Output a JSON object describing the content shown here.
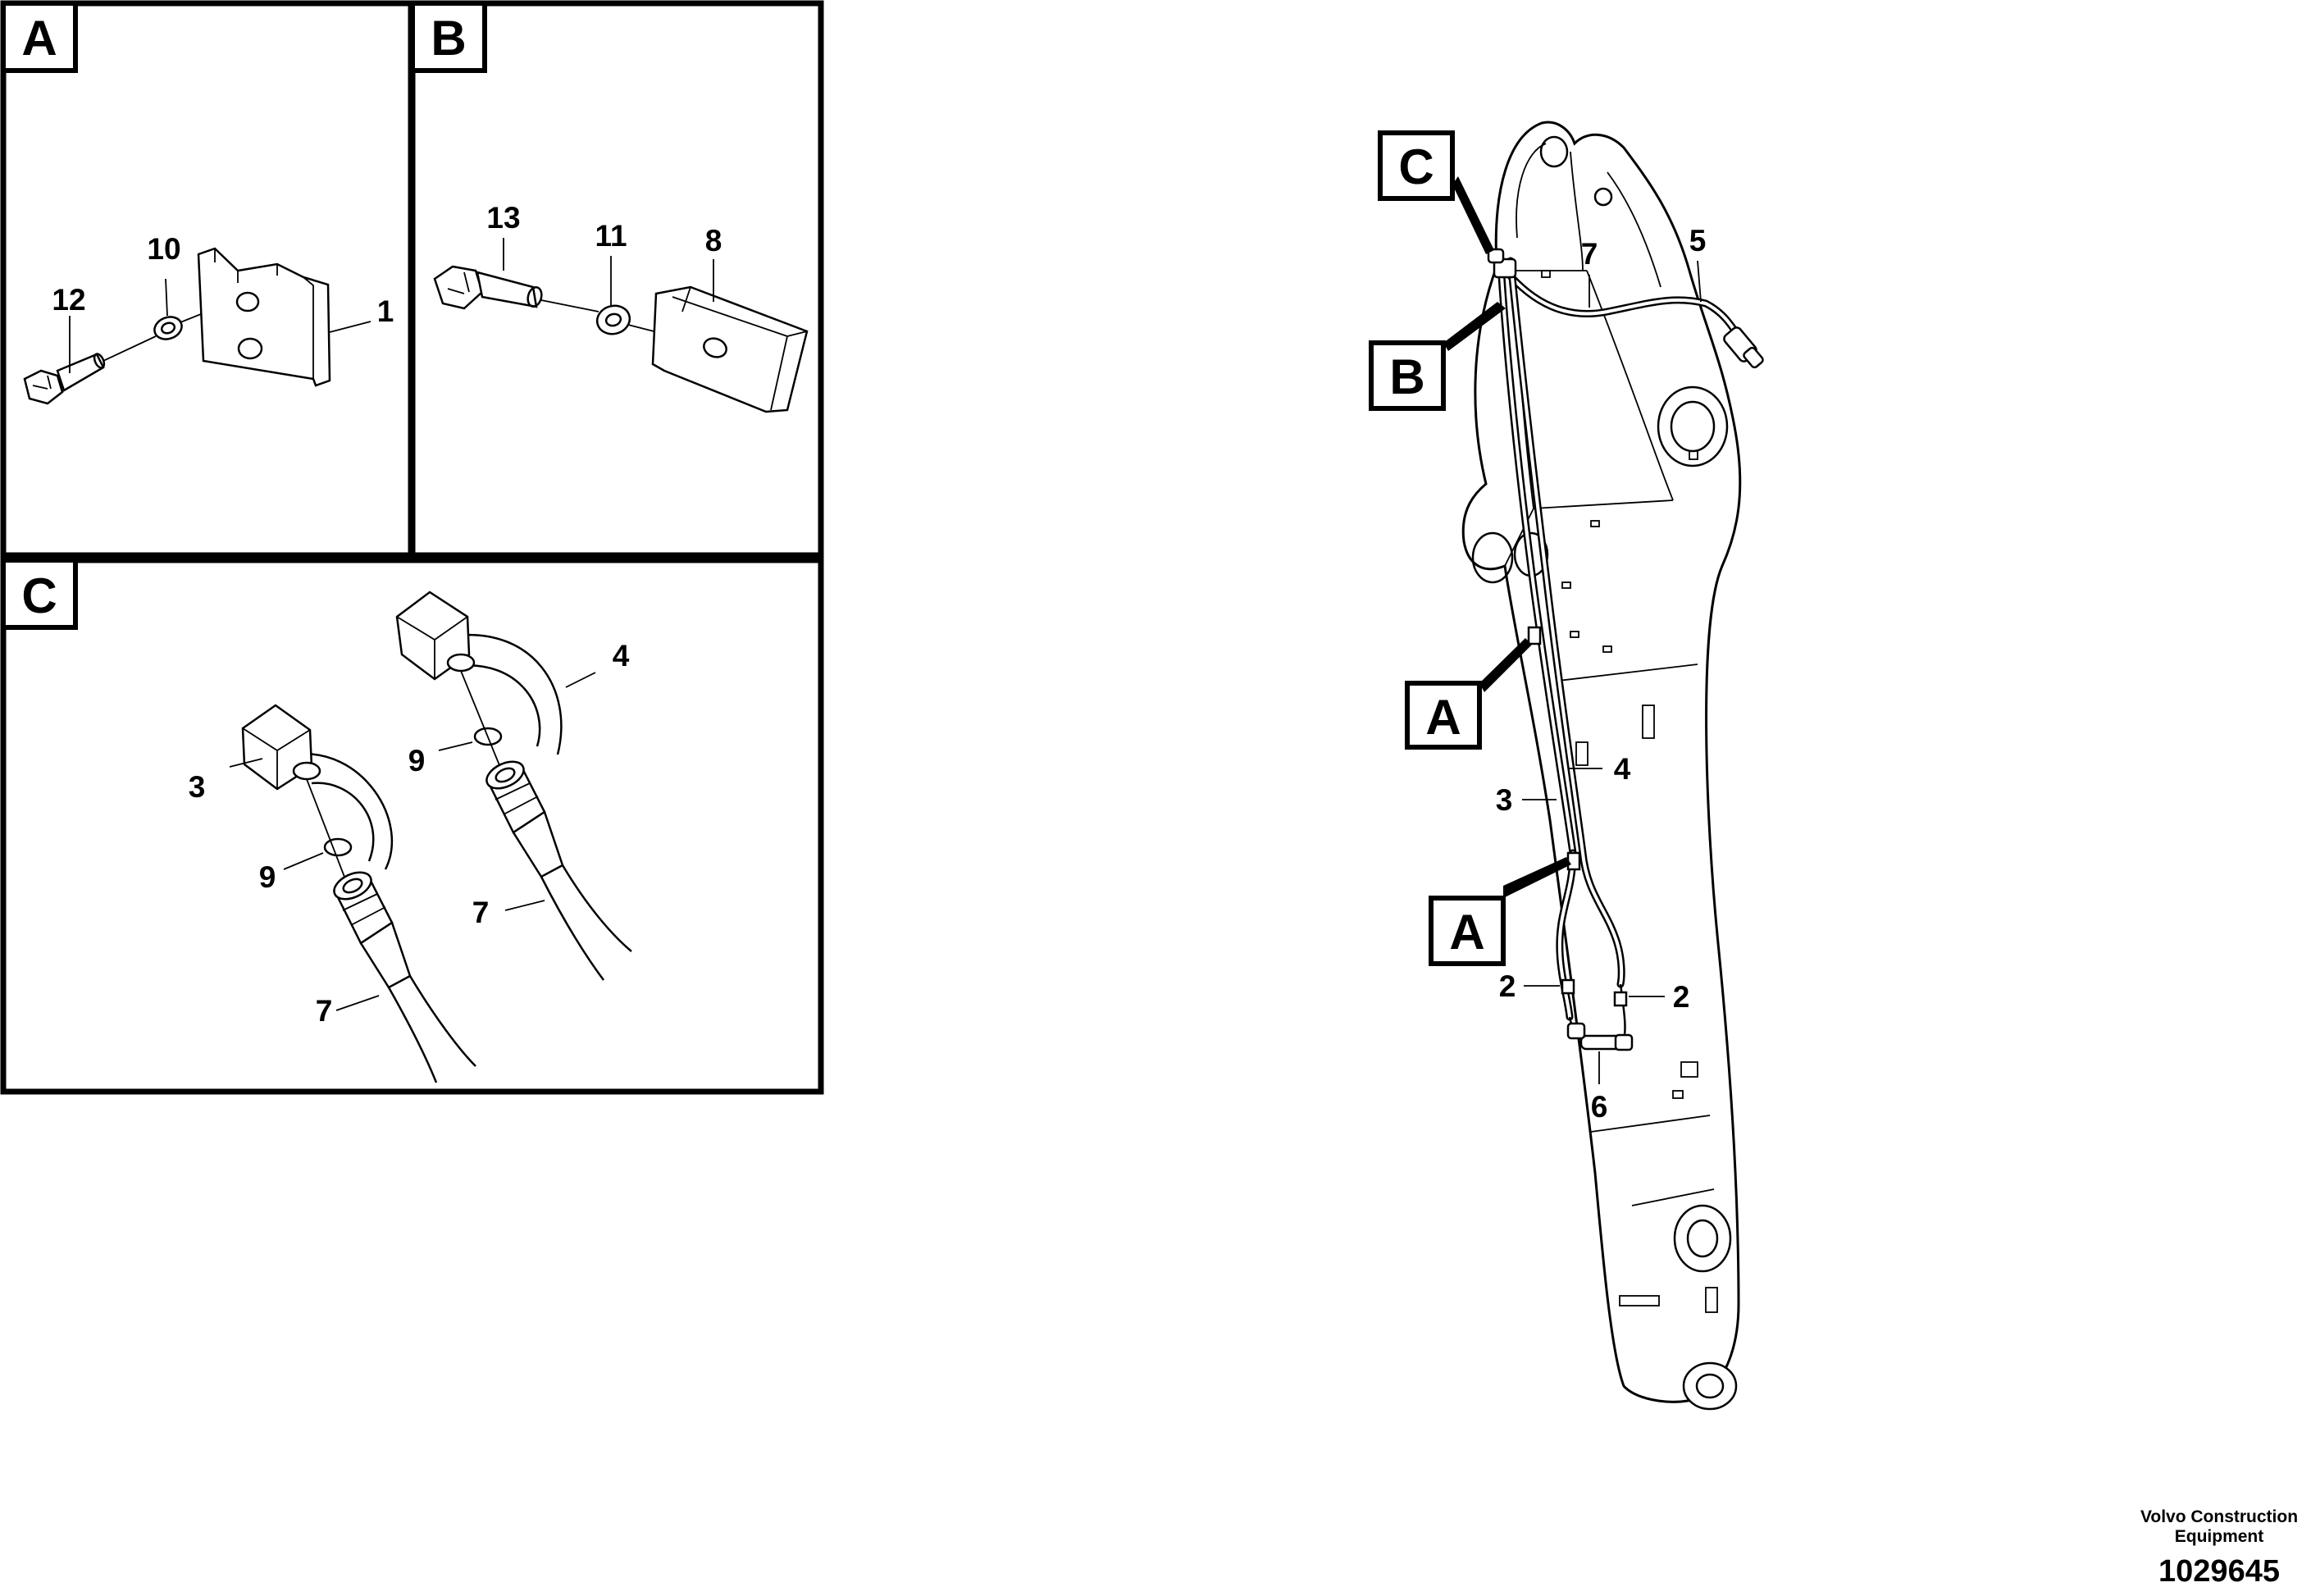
{
  "panels": {
    "A": {
      "label": "A",
      "callouts": {
        "bolt": "12",
        "washer": "10",
        "clamp": "1"
      }
    },
    "B": {
      "label": "B",
      "callouts": {
        "bolt": "13",
        "washer": "11",
        "clamp": "8"
      }
    },
    "C": {
      "label": "C",
      "callouts": {
        "pipe_left": "3",
        "pipe_right": "4",
        "oring_left": "9",
        "oring_right": "9",
        "hose_left": "7",
        "hose_right": "7"
      }
    }
  },
  "boom": {
    "detail_labels": {
      "C": "C",
      "B": "B",
      "A_upper": "A",
      "A_lower": "A"
    },
    "callouts": {
      "hose_top": "7",
      "hose_end": "5",
      "pipe_3": "3",
      "pipe_4": "4",
      "fitting_left": "2",
      "fitting_right": "2",
      "block": "6"
    }
  },
  "footer": {
    "company_line1": "Volvo Construction",
    "company_line2": "Equipment",
    "doc_number": "1029645"
  }
}
